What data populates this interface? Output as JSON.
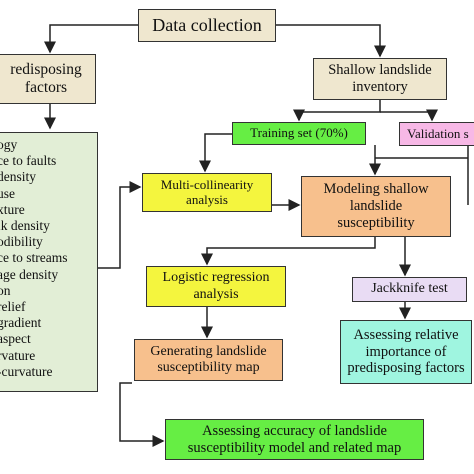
{
  "nodes": {
    "data_collection": "Data collection",
    "predisposing_factors_line1": "redisposing",
    "predisposing_factors_line2": "factors",
    "landslide_inventory_line1": "Shallow landslide",
    "landslide_inventory_line2": "inventory",
    "training_set": "Training set (70%)",
    "validation_set": "Validation s",
    "multicollinearity_line1": "Multi-collinearity",
    "multicollinearity_line2": "analysis",
    "modeling_line1": "Modeling shallow",
    "modeling_line2": "landslide",
    "modeling_line3": "susceptibility",
    "logistic_line1": "Logistic regression",
    "logistic_line2": "analysis",
    "jackknife": "Jackknife test",
    "generating_line1": "Generating landslide",
    "generating_line2": "susceptibility map",
    "relative_line1": "Assessing  relative",
    "relative_line2": "importance of",
    "relative_line3": "predisposing factors",
    "accuracy_line1": "Assessing accuracy of landslide",
    "accuracy_line2": "susceptibility model and related map"
  },
  "factors": [
    "ogy",
    "ce to faults",
    "density",
    "use",
    "xture",
    "lk density",
    "odibility",
    "ce to streams",
    "age density",
    "on",
    "relief",
    "gradient",
    "aspect",
    "rvature",
    "-curvature"
  ],
  "colors": {
    "beige": "#efe7cf",
    "green": "#66ee44",
    "pink": "#f7b8e6",
    "yellow": "#f4f53e",
    "orange": "#f7c08d",
    "lavender": "#e9dcf4",
    "teal": "#9ff5e0",
    "list_green": "#e2eed6"
  }
}
